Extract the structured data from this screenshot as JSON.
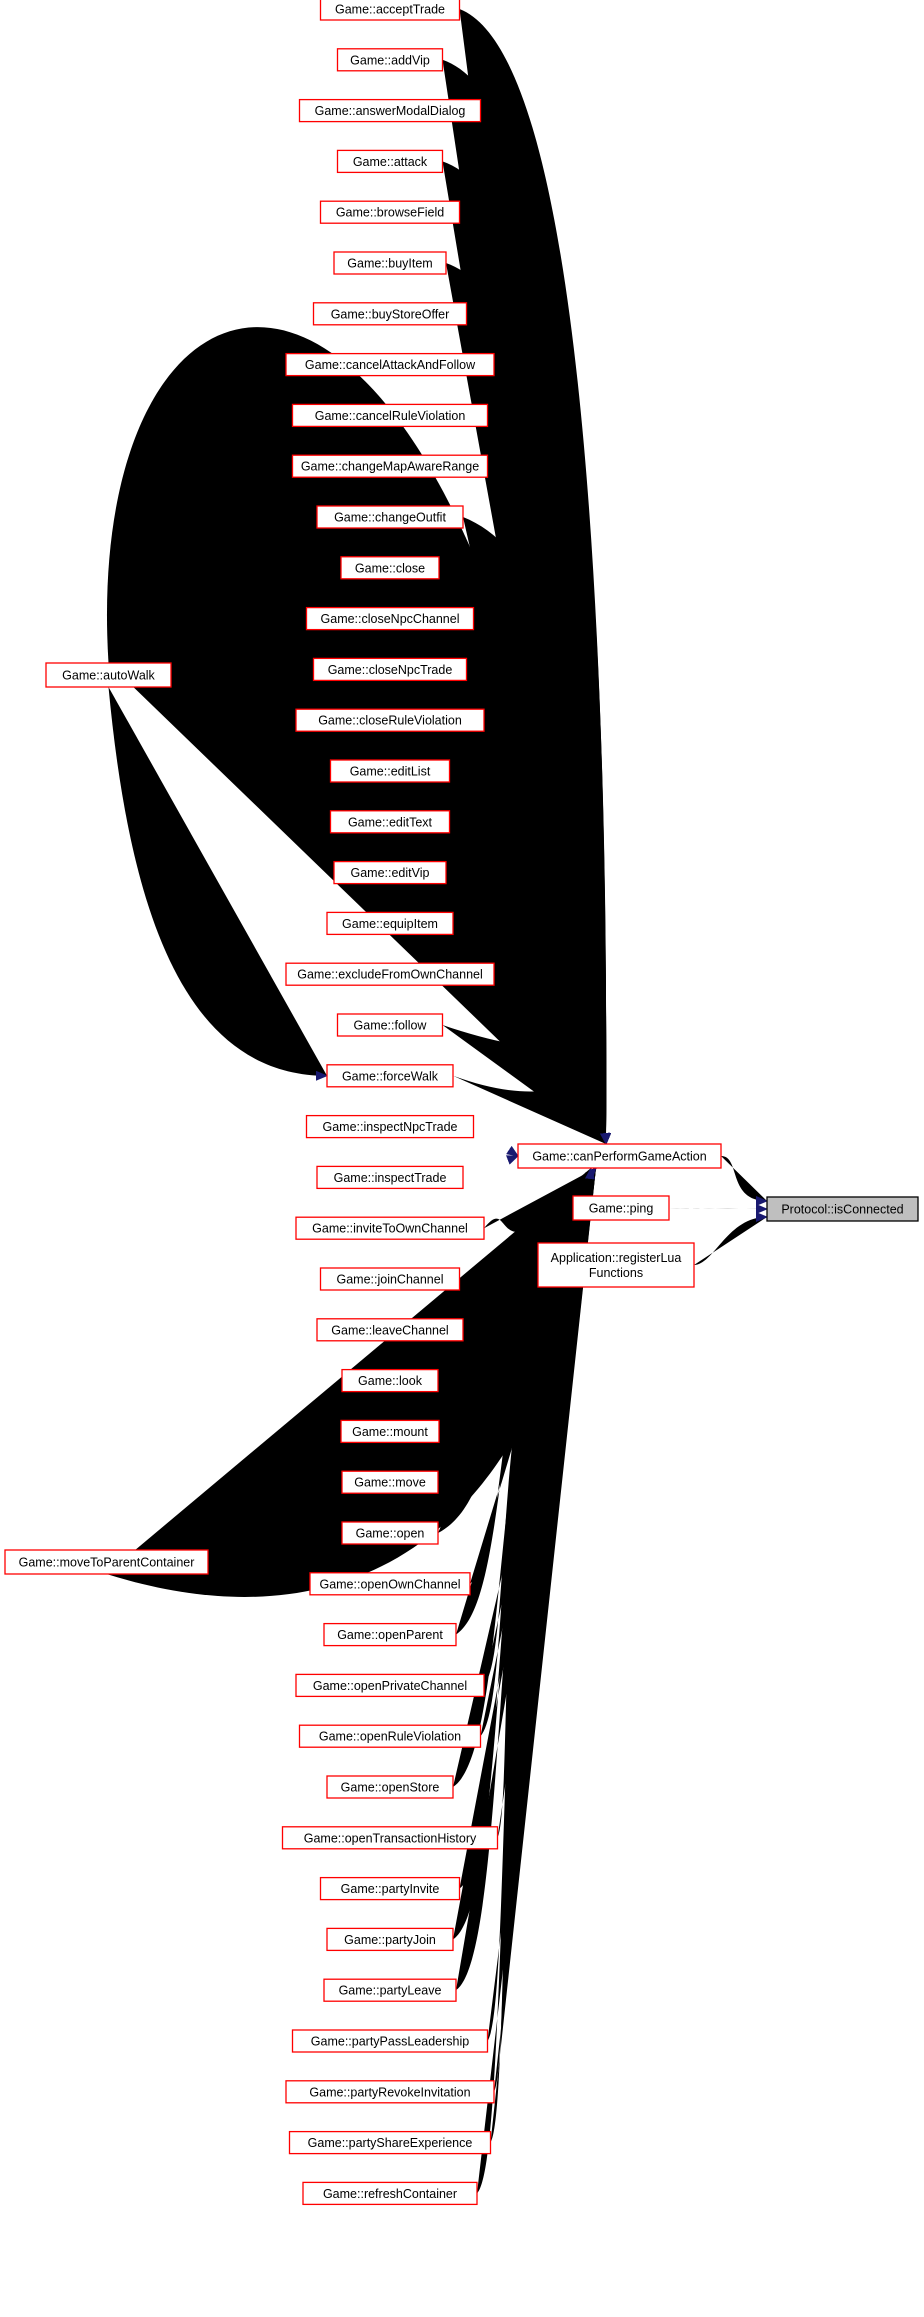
{
  "focus": "Protocol::isConnected",
  "callers_of_focus": [
    "Game::canPerformGameAction",
    "Game::ping",
    "Application::registerLua Functions"
  ],
  "callers_of_canPerformGameAction": [
    "Game::acceptTrade",
    "Game::addVip",
    "Game::answerModalDialog",
    "Game::attack",
    "Game::browseField",
    "Game::buyItem",
    "Game::buyStoreOffer",
    "Game::cancelAttackAndFollow",
    "Game::cancelRuleViolation",
    "Game::changeMapAwareRange",
    "Game::changeOutfit",
    "Game::close",
    "Game::closeNpcChannel",
    "Game::closeNpcTrade",
    "Game::closeRuleViolation",
    "Game::editList",
    "Game::editText",
    "Game::editVip",
    "Game::equipItem",
    "Game::excludeFromOwnChannel",
    "Game::follow",
    "Game::forceWalk",
    "Game::inspectNpcTrade",
    "Game::inspectTrade",
    "Game::inviteToOwnChannel",
    "Game::joinChannel",
    "Game::leaveChannel",
    "Game::look",
    "Game::mount",
    "Game::move",
    "Game::open",
    "Game::openOwnChannel",
    "Game::openParent",
    "Game::openPrivateChannel",
    "Game::openRuleViolation",
    "Game::openStore",
    "Game::openTransactionHistory",
    "Game::partyInvite",
    "Game::partyJoin",
    "Game::partyLeave",
    "Game::partyPassLeadership",
    "Game::partyRevokeInvitation",
    "Game::partyShareExperience",
    "Game::refreshContainer"
  ],
  "other_callers": [
    {
      "caller": "Game::autoWalk",
      "callees": [
        "Game::canPerformGameAction",
        "Game::forceWalk"
      ]
    },
    {
      "caller": "Game::moveToParentContainer",
      "callees": [
        "Game::canPerformGameAction",
        "Game::move"
      ]
    }
  ],
  "colors": {
    "edge": "#191970",
    "node_border": "#ff0000",
    "focus_border": "#000000",
    "focus_fill": "#bfbfbf",
    "background": "#ffffff"
  }
}
